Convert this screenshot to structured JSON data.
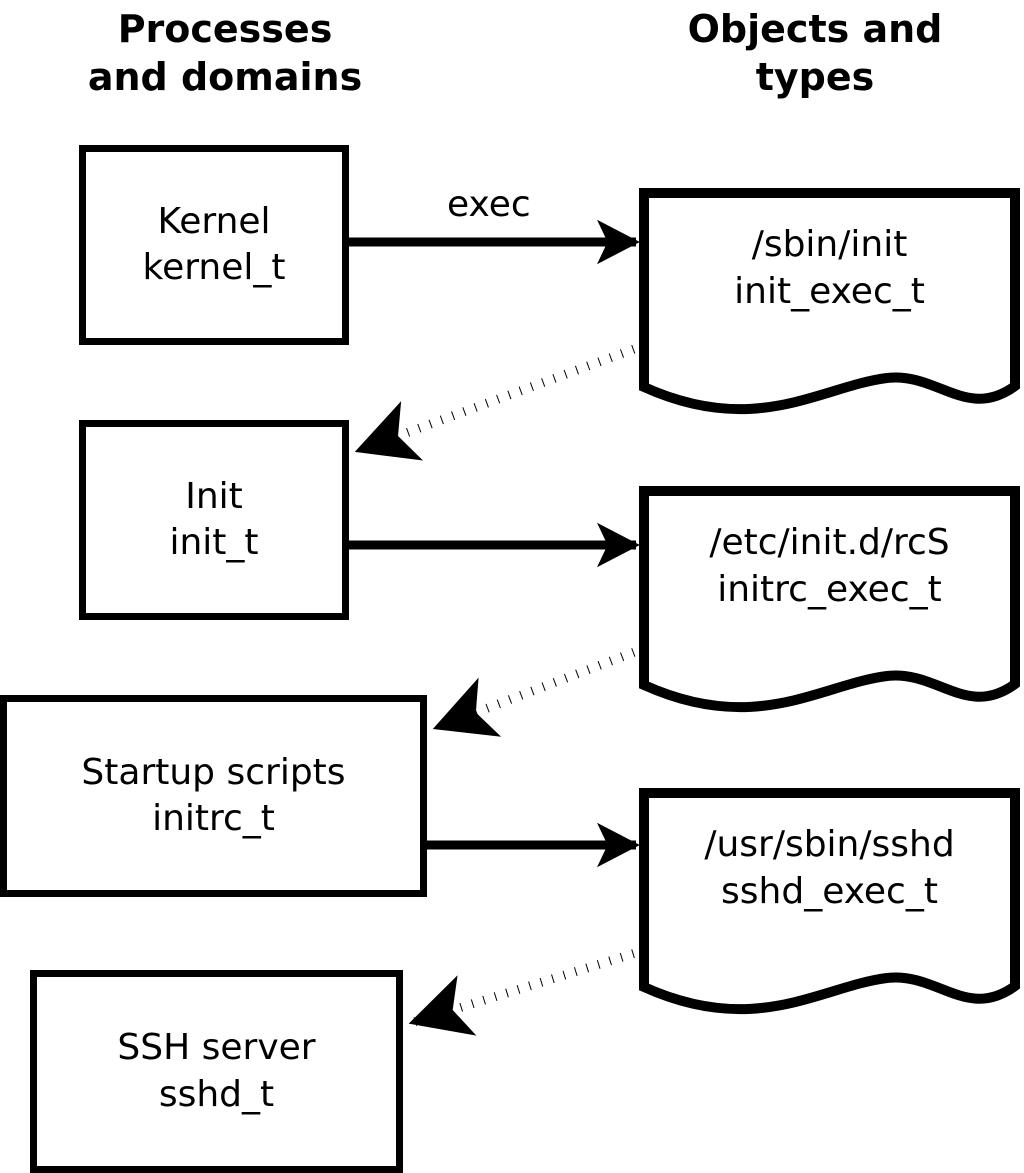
{
  "headers": {
    "left": "Processes\nand domains",
    "right": "Objects and\ntypes"
  },
  "processes": [
    {
      "name": "Kernel",
      "type": "kernel_t"
    },
    {
      "name": "Init",
      "type": "init_t"
    },
    {
      "name": "Startup scripts",
      "type": "initrc_t"
    },
    {
      "name": "SSH server",
      "type": "sshd_t"
    }
  ],
  "objects": [
    {
      "path": "/sbin/init",
      "type": "init_exec_t"
    },
    {
      "path": "/etc/init.d/rcS",
      "type": "initrc_exec_t"
    },
    {
      "path": "/usr/sbin/sshd",
      "type": "sshd_exec_t"
    }
  ],
  "edges": {
    "exec_label": "exec"
  },
  "colors": {
    "stroke": "#000000",
    "background": "#ffffff"
  }
}
